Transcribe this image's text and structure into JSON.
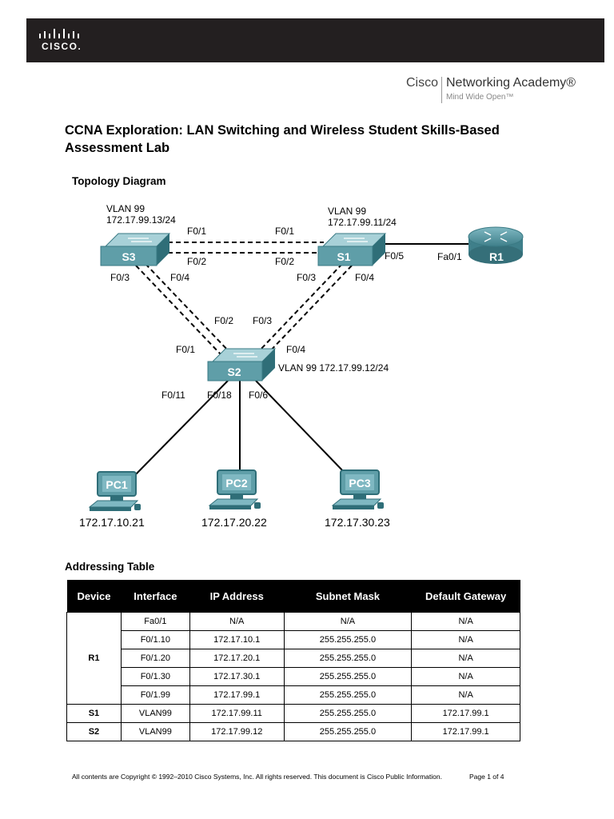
{
  "header": {
    "logo_text": "CISCO.",
    "academy_brand": "Cisco",
    "academy_name": "Networking Academy®",
    "academy_tagline": "Mind Wide Open™"
  },
  "document": {
    "title_line1": "CCNA Exploration: LAN Switching and Wireless Student Skills-Based",
    "title_line2": "Assessment Lab"
  },
  "topology": {
    "title": "Topology Diagram",
    "devices": {
      "s3": "S3",
      "s1": "S1",
      "s2": "S2",
      "r1": "R1",
      "pc1": "PC1",
      "pc2": "PC2",
      "pc3": "PC3"
    },
    "labels": {
      "s3_vlan": "VLAN 99",
      "s3_ip": "172.17.99.13/24",
      "s1_vlan": "VLAN 99",
      "s1_ip": "172.17.99.11/24",
      "s2_vlan": "VLAN 99  172.17.99.12/24",
      "s3_f01": "F0/1",
      "s3_f02": "F0/2",
      "s3_f03": "F0/3",
      "s3_f04": "F0/4",
      "s1_f01": "F0/1",
      "s1_f02": "F0/2",
      "s1_f03": "F0/3",
      "s1_f04": "F0/4",
      "s1_f05": "F0/5",
      "r1_fa01": "Fa0/1",
      "s2_f02": "F0/2",
      "s2_f03": "F0/3",
      "s2_f01": "F0/1",
      "s2_f04": "F0/4",
      "s2_f011": "F0/11",
      "s2_f018": "F0/18",
      "s2_f06": "F0/6",
      "pc1_ip": "172.17.10.21",
      "pc2_ip": "172.17.20.22",
      "pc3_ip": "172.17.30.23"
    }
  },
  "addressing": {
    "title": "Addressing Table",
    "headers": [
      "Device",
      "Interface",
      "IP Address",
      "Subnet Mask",
      "Default Gateway"
    ],
    "r1_device": "R1",
    "r1_rows": [
      [
        "Fa0/1",
        "N/A",
        "N/A",
        "N/A"
      ],
      [
        "F0/1.10",
        "172.17.10.1",
        "255.255.255.0",
        "N/A"
      ],
      [
        "F0/1.20",
        "172.17.20.1",
        "255.255.255.0",
        "N/A"
      ],
      [
        "F0/1.30",
        "172.17.30.1",
        "255.255.255.0",
        "N/A"
      ],
      [
        "F0/1.99",
        "172.17.99.1",
        "255.255.255.0",
        "N/A"
      ]
    ],
    "other_rows": [
      [
        "S1",
        "VLAN99",
        "172.17.99.11",
        "255.255.255.0",
        "172.17.99.1"
      ],
      [
        "S2",
        "VLAN99",
        "172.17.99.12",
        "255.255.255.0",
        "172.17.99.1"
      ]
    ]
  },
  "footer": {
    "copyright": "All contents are Copyright © 1992–2010 Cisco Systems, Inc. All rights reserved. This document is Cisco Public Information.",
    "page": "Page 1 of 4"
  },
  "colors": {
    "header_bar": "#231f20",
    "device_teal": "#5f9ea8",
    "table_header": "#000000"
  }
}
